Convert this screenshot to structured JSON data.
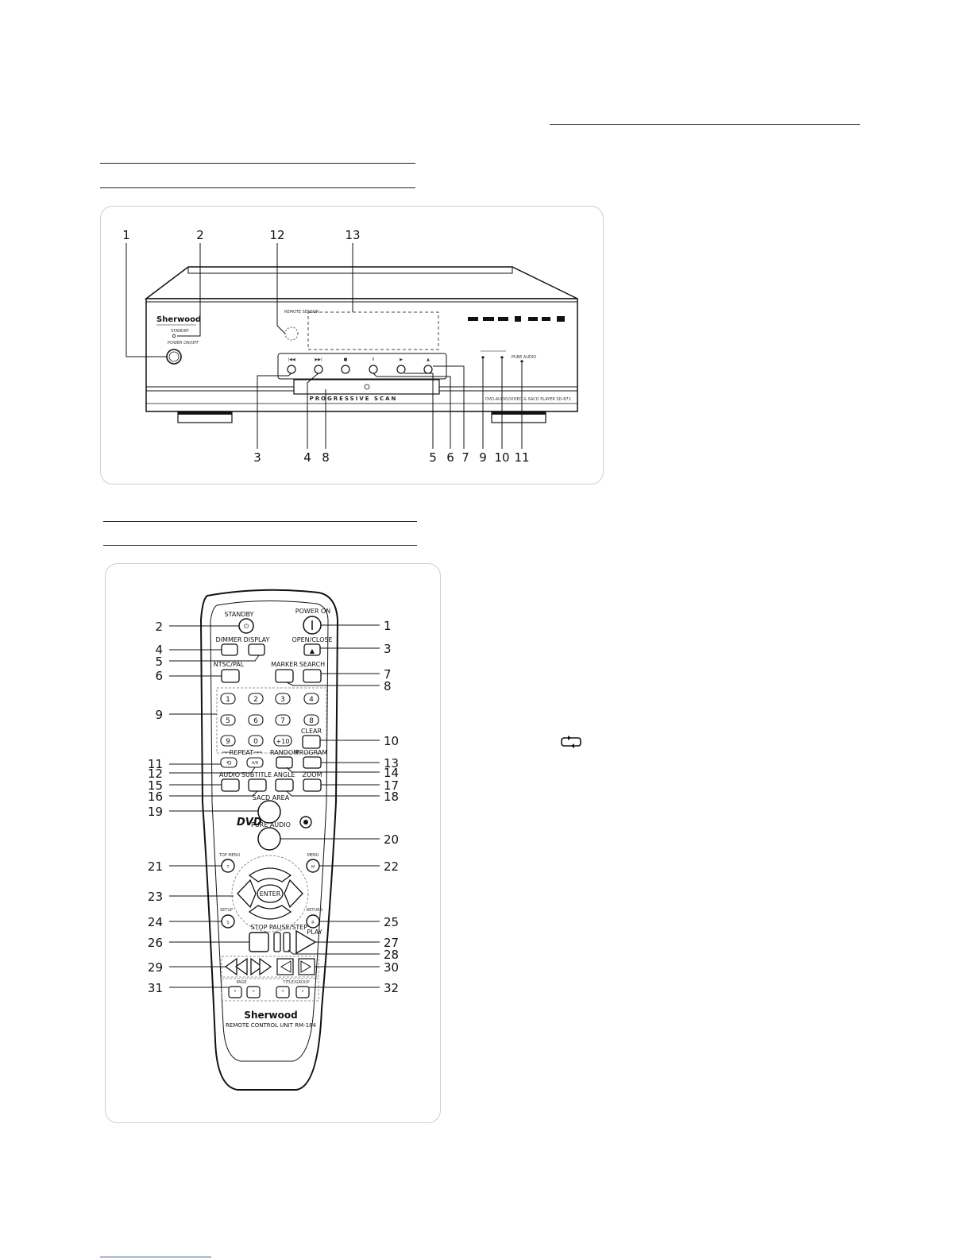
{
  "front_panel": {
    "brand_logo": "Sherwood",
    "labels": {
      "standby": "STANDBY",
      "power": "POWER ON/OFF",
      "remote_sensor": "REMOTE SENSOR",
      "progressive_scan": "PROGRESSIVE SCAN",
      "pure_audio": "PURE AUDIO",
      "model_text": "DVD-AUDIO/VIDEO & SACD PLAYER SD-871"
    },
    "callouts_top": [
      "1",
      "2",
      "12",
      "13"
    ],
    "callouts_bottom": [
      "3",
      "4",
      "8",
      "5",
      "6",
      "7",
      "9",
      "10",
      "11"
    ]
  },
  "remote": {
    "brand": "Sherwood",
    "model": "REMOTE CONTROL UNIT RM-184",
    "labels": {
      "standby": "STANDBY",
      "power_on": "POWER ON",
      "dimmer": "DIMMER",
      "display": "DISPLAY",
      "open_close": "OPEN/CLOSE",
      "ntsc_pal": "NTSC/PAL",
      "marker": "MARKER",
      "search": "SEARCH",
      "clear": "CLEAR",
      "repeat": "REPEAT",
      "random": "RANDOM",
      "program": "PROGRAM",
      "audio": "AUDIO",
      "subtitle": "SUBTITLE",
      "angle": "ANGLE",
      "zoom": "ZOOM",
      "sacd_area": "SACD AREA",
      "pure_audio": "PURE AUDIO",
      "top_menu": "TOP MENU",
      "menu": "MENU",
      "enter": "ENTER",
      "setup": "SETUP",
      "return": "RETURN",
      "stop": "STOP",
      "pause_step": "PAUSE/STEP",
      "play": "PLAY",
      "page": "PAGE",
      "title_group": "TITLE/GROUP",
      "ab": "A/B",
      "plus10": "+10"
    },
    "keys": {
      "k1": "1",
      "k2": "2",
      "k3": "3",
      "k4": "4",
      "k5": "5",
      "k6": "6",
      "k7": "7",
      "k8": "8",
      "k9": "9",
      "k0": "0"
    },
    "letters": {
      "t": "T",
      "m": "M",
      "s": "S",
      "r": "R"
    },
    "callouts_left": [
      "2",
      "4",
      "5",
      "6",
      "9",
      "11",
      "12",
      "15",
      "16",
      "19",
      "21",
      "23",
      "24",
      "26",
      "29",
      "31"
    ],
    "callouts_right": [
      "1",
      "3",
      "7",
      "8",
      "10",
      "13",
      "14",
      "17",
      "18",
      "20",
      "22",
      "25",
      "27",
      "28",
      "30",
      "32"
    ]
  }
}
